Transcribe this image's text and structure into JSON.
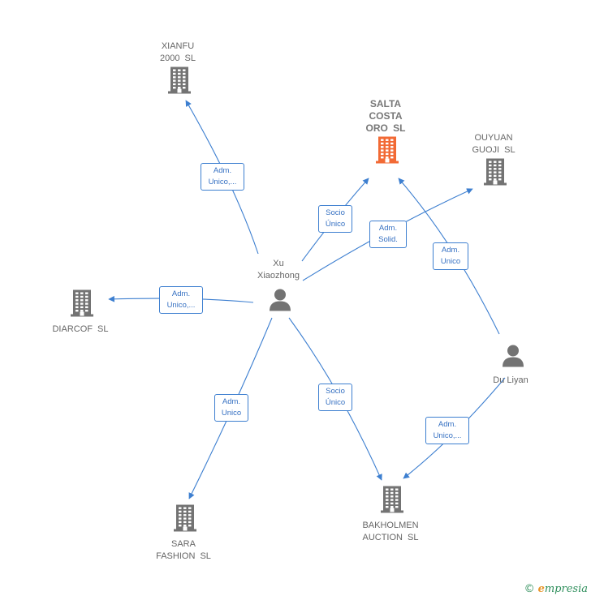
{
  "nodes": {
    "xianfu": {
      "label_lines": [
        "XIANFU",
        "2000  SL"
      ],
      "type": "company"
    },
    "salta": {
      "label_lines": [
        "SALTA",
        "COSTA",
        "ORO  SL"
      ],
      "type": "company-focus"
    },
    "ouyuan": {
      "label_lines": [
        "OUYUAN",
        "GUOJI  SL"
      ],
      "type": "company"
    },
    "diarcof": {
      "label_lines": [
        "DIARCOF SL"
      ],
      "type": "company"
    },
    "sara": {
      "label_lines": [
        "SARA",
        "FASHION SL"
      ],
      "type": "company"
    },
    "bakholmen": {
      "label_lines": [
        "BAKHOLMEN",
        "AUCTION  SL"
      ],
      "type": "company"
    },
    "xu": {
      "label_lines": [
        "Xu",
        "Xiaozhong"
      ],
      "type": "person"
    },
    "du": {
      "label_lines": [
        "Du Liyan"
      ],
      "type": "person"
    }
  },
  "edges": [
    {
      "id": "xu-xianfu",
      "label_lines": [
        "Adm.",
        "Unico,..."
      ]
    },
    {
      "id": "xu-salta",
      "label_lines": [
        "Socio",
        "Único"
      ]
    },
    {
      "id": "xu-ouyuan",
      "label_lines": [
        "Adm.",
        "Solid."
      ]
    },
    {
      "id": "du-salta",
      "label_lines": [
        "Adm.",
        "Unico"
      ]
    },
    {
      "id": "xu-diarcof",
      "label_lines": [
        "Adm.",
        "Unico,..."
      ]
    },
    {
      "id": "xu-sara",
      "label_lines": [
        "Adm.",
        "Unico"
      ]
    },
    {
      "id": "xu-bakholmen",
      "label_lines": [
        "Socio",
        "Único"
      ]
    },
    {
      "id": "du-bakholmen",
      "label_lines": [
        "Adm.",
        "Unico,..."
      ]
    }
  ],
  "colors": {
    "edge": "#3d7fd0",
    "company_icon": "#737373",
    "focus_icon": "#f26a35",
    "person_icon": "#737373"
  },
  "footer": {
    "copyright": "©",
    "brand_initial": "e",
    "brand_rest": "mpresia"
  }
}
